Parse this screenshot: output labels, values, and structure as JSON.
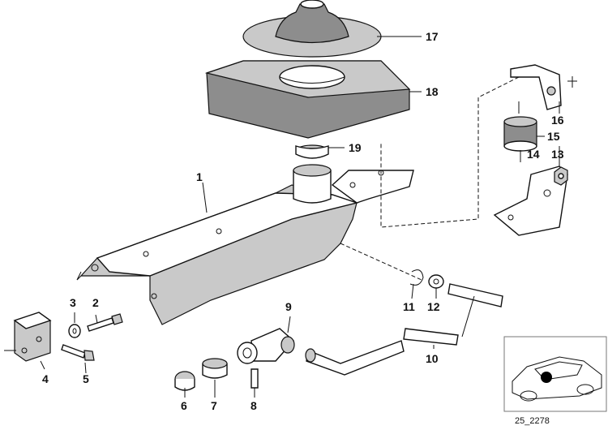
{
  "diagram": {
    "labels": [
      "1",
      "2",
      "3",
      "4",
      "5",
      "6",
      "7",
      "8",
      "9",
      "10",
      "11",
      "12",
      "13",
      "14",
      "15",
      "16",
      "17",
      "18",
      "19"
    ],
    "reference_code": "25_2278"
  }
}
